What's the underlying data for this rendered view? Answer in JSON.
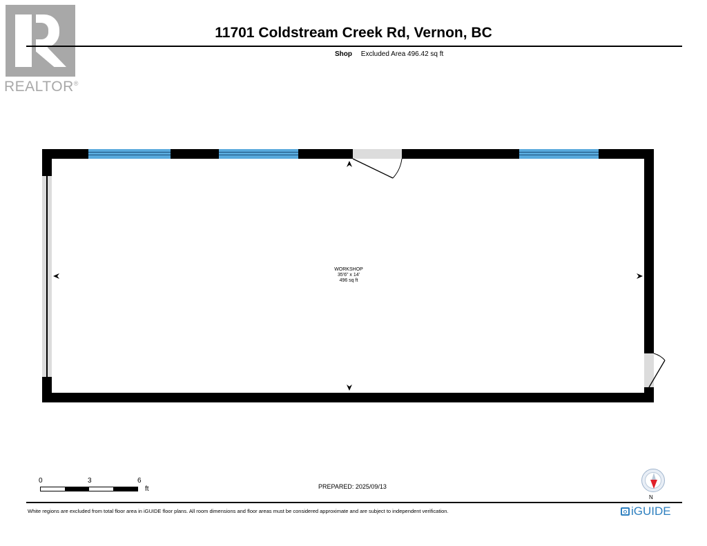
{
  "header": {
    "logo_text": "REALTOR",
    "logo_mark": "®",
    "title": "11701 Coldstream Creek Rd, Vernon, BC",
    "level_name": "Shop",
    "area_summary": "Excluded Area 496.42 sq ft"
  },
  "plan": {
    "rooms": [
      {
        "name": "WORKSHOP",
        "dimensions": "35'6\" x 14'",
        "area": "496 sq ft"
      }
    ],
    "colors": {
      "wall": "#000000",
      "window": "#58a9dc",
      "opening": "#dcdcdc"
    }
  },
  "scale": {
    "ticks": [
      "0",
      "3",
      "6"
    ],
    "unit": "ft"
  },
  "prepared": "PREPARED: 2025/09/13",
  "compass": {
    "label": "N",
    "needle_color": "#e0202a"
  },
  "footer": {
    "disclaimer": "White regions are excluded from total floor area in iGUIDE floor plans. All room dimensions and floor areas must be considered approximate and are subject to independent verification.",
    "brand": "iGUIDE",
    "brand_color": "#2d7fbf"
  }
}
